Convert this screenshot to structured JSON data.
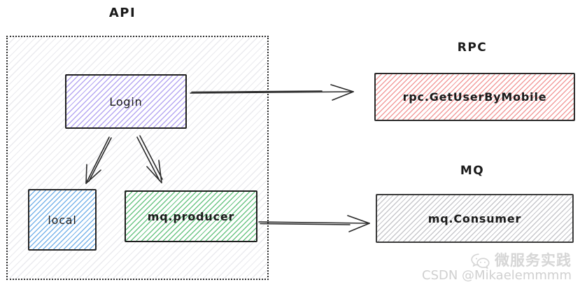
{
  "diagram": {
    "groups": {
      "api": {
        "label": "API"
      }
    },
    "section_labels": {
      "rpc": "RPC",
      "mq": "MQ"
    },
    "nodes": {
      "login": {
        "label": "Login",
        "fill": "#b6a7f2"
      },
      "local": {
        "label": "local",
        "fill": "#79b4ea"
      },
      "mq_producer": {
        "label": "mq.producer",
        "fill": "#6cc584"
      },
      "rpc_get_user_by_mobile": {
        "label": "rpc.GetUserByMobile",
        "fill": "#f29c9c"
      },
      "mq_consumer": {
        "label": "mq.Consumer",
        "fill": "#c7c7cb"
      }
    },
    "edges": [
      {
        "from": "login",
        "to": "rpc_get_user_by_mobile"
      },
      {
        "from": "login",
        "to": "local"
      },
      {
        "from": "login",
        "to": "mq_producer"
      },
      {
        "from": "mq_producer",
        "to": "mq_consumer"
      }
    ]
  },
  "watermark": {
    "brand": "微服务实践",
    "credit": "CSDN @Mikaelemmmm"
  }
}
